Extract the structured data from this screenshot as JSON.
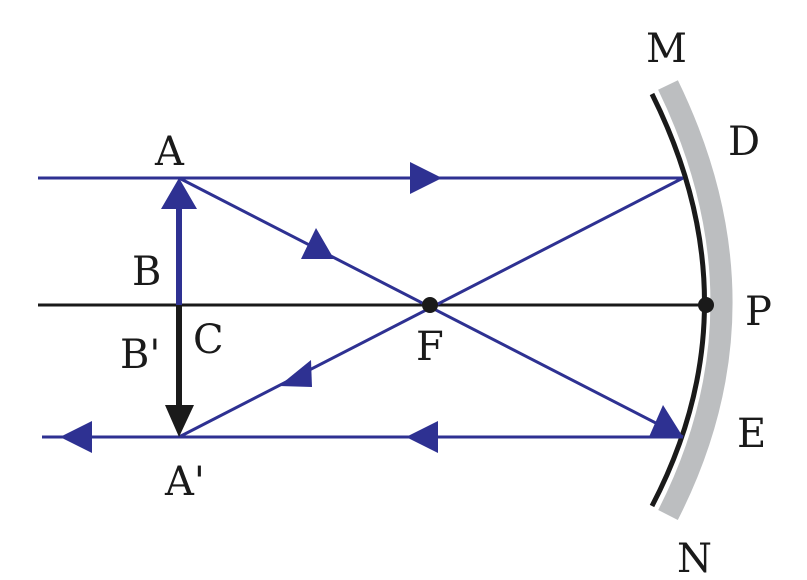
{
  "diagram": {
    "title": "Concave mirror ray diagram: object at C forms inverted image at C",
    "colors": {
      "ray": "#2e3192",
      "axis": "#1a1a1a",
      "mirror_back": "#bcbec0",
      "mirror_surface": "#1a1a1a",
      "image": "#1a1a1a"
    },
    "labels": {
      "M": "M",
      "D": "D",
      "P": "P",
      "E": "E",
      "N": "N",
      "A": "A",
      "B": "B",
      "C": "C",
      "B_prime": "B'",
      "A_prime": "A'",
      "F": "F"
    },
    "elements": {
      "object": "AB (upright arrow at C)",
      "image": "A'B' (inverted arrow at C)",
      "mirror": "MN concave mirror with pole P",
      "focus": "F",
      "rays": [
        "A to D parallel to axis, reflected through F to A'",
        "A through F to E, reflected parallel to axis through A'"
      ]
    }
  }
}
